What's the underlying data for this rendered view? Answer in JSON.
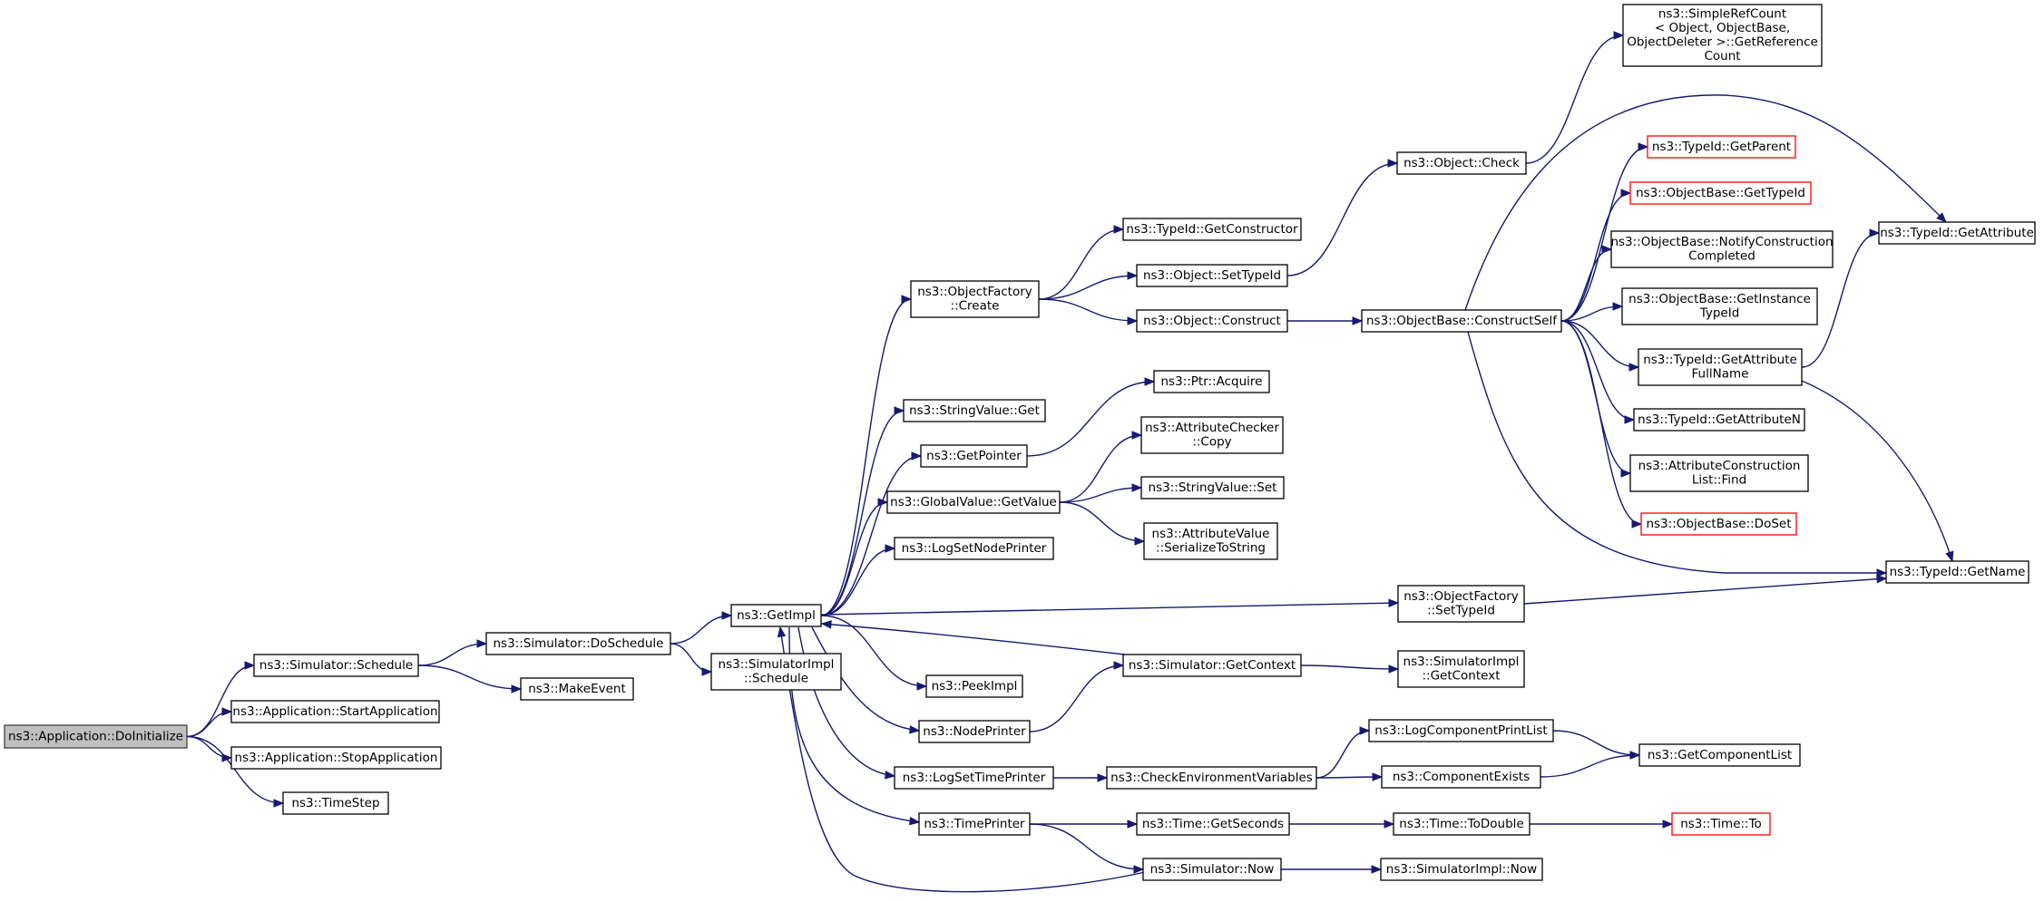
{
  "graph": {
    "colors": {
      "edge": "#191970",
      "root_fill": "#bfbfbf",
      "highlight_border": "#ff0000",
      "border": "#000000"
    },
    "nodes": [
      {
        "id": "doinit",
        "lines": [
          "ns3::Application::DoInitialize"
        ],
        "style": "root"
      },
      {
        "id": "schedule",
        "lines": [
          "ns3::Simulator::Schedule"
        ]
      },
      {
        "id": "startapp",
        "lines": [
          "ns3::Application::StartApplication"
        ]
      },
      {
        "id": "stopapp",
        "lines": [
          "ns3::Application::StopApplication"
        ]
      },
      {
        "id": "timestep",
        "lines": [
          "ns3::TimeStep"
        ]
      },
      {
        "id": "doschedule",
        "lines": [
          "ns3::Simulator::DoSchedule"
        ]
      },
      {
        "id": "makeevent",
        "lines": [
          "ns3::MakeEvent"
        ]
      },
      {
        "id": "getimpl",
        "lines": [
          "ns3::GetImpl"
        ]
      },
      {
        "id": "simimplsched",
        "lines": [
          "ns3::SimulatorImpl",
          "::Schedule"
        ]
      },
      {
        "id": "objfactcreate",
        "lines": [
          "ns3::ObjectFactory",
          "::Create"
        ]
      },
      {
        "id": "strvalget",
        "lines": [
          "ns3::StringValue::Get"
        ]
      },
      {
        "id": "getpointer",
        "lines": [
          "ns3::GetPointer"
        ]
      },
      {
        "id": "gvgetvalue",
        "lines": [
          "ns3::GlobalValue::GetValue"
        ]
      },
      {
        "id": "logsetnode",
        "lines": [
          "ns3::LogSetNodePrinter"
        ]
      },
      {
        "id": "peekimpl",
        "lines": [
          "ns3::PeekImpl"
        ]
      },
      {
        "id": "nodeprinter",
        "lines": [
          "ns3::NodePrinter"
        ]
      },
      {
        "id": "logsettime",
        "lines": [
          "ns3::LogSetTimePrinter"
        ]
      },
      {
        "id": "timeprinter",
        "lines": [
          "ns3::TimePrinter"
        ]
      },
      {
        "id": "getconstructor",
        "lines": [
          "ns3::TypeId::GetConstructor"
        ]
      },
      {
        "id": "objsettypeid",
        "lines": [
          "ns3::Object::SetTypeId"
        ]
      },
      {
        "id": "objconstruct",
        "lines": [
          "ns3::Object::Construct"
        ]
      },
      {
        "id": "ptracquire",
        "lines": [
          "ns3::Ptr::Acquire"
        ]
      },
      {
        "id": "attrcheckcopy",
        "lines": [
          "ns3::AttributeChecker",
          "::Copy"
        ]
      },
      {
        "id": "strvalset",
        "lines": [
          "ns3::StringValue::Set"
        ]
      },
      {
        "id": "attrvalser",
        "lines": [
          "ns3::AttributeValue",
          "::SerializeToString"
        ]
      },
      {
        "id": "objfactsettype",
        "lines": [
          "ns3::ObjectFactory",
          "::SetTypeId"
        ]
      },
      {
        "id": "simgetcontext",
        "lines": [
          "ns3::Simulator::GetContext"
        ]
      },
      {
        "id": "checkenv",
        "lines": [
          "ns3::CheckEnvironmentVariables"
        ]
      },
      {
        "id": "timegetsec",
        "lines": [
          "ns3::Time::GetSeconds"
        ]
      },
      {
        "id": "simnow",
        "lines": [
          "ns3::Simulator::Now"
        ]
      },
      {
        "id": "objcheck",
        "lines": [
          "ns3::Object::Check"
        ]
      },
      {
        "id": "obconstructself",
        "lines": [
          "ns3::ObjectBase::ConstructSelf"
        ]
      },
      {
        "id": "simimplgetctx",
        "lines": [
          "ns3::SimulatorImpl",
          "::GetContext"
        ]
      },
      {
        "id": "logcompprint",
        "lines": [
          "ns3::LogComponentPrintList"
        ]
      },
      {
        "id": "compexists",
        "lines": [
          "ns3::ComponentExists"
        ]
      },
      {
        "id": "timetodouble",
        "lines": [
          "ns3::Time::ToDouble"
        ]
      },
      {
        "id": "simimplnow",
        "lines": [
          "ns3::SimulatorImpl::Now"
        ]
      },
      {
        "id": "simplerefcount",
        "lines": [
          "ns3::SimpleRefCount",
          "< Object, ObjectBase,",
          "ObjectDeleter >::GetReference",
          "Count"
        ]
      },
      {
        "id": "getparent",
        "lines": [
          "ns3::TypeId::GetParent"
        ],
        "style": "red"
      },
      {
        "id": "obgettypeid",
        "lines": [
          "ns3::ObjectBase::GetTypeId"
        ],
        "style": "red"
      },
      {
        "id": "obnotify",
        "lines": [
          "ns3::ObjectBase::NotifyConstruction",
          "Completed"
        ]
      },
      {
        "id": "obgetinstance",
        "lines": [
          "ns3::ObjectBase::GetInstance",
          "TypeId"
        ]
      },
      {
        "id": "getattrfull",
        "lines": [
          "ns3::TypeId::GetAttribute",
          "FullName"
        ]
      },
      {
        "id": "getattrn",
        "lines": [
          "ns3::TypeId::GetAttributeN"
        ]
      },
      {
        "id": "attrconstfind",
        "lines": [
          "ns3::AttributeConstruction",
          "List::Find"
        ]
      },
      {
        "id": "obdoset",
        "lines": [
          "ns3::ObjectBase::DoSet"
        ],
        "style": "red"
      },
      {
        "id": "getcomplist",
        "lines": [
          "ns3::GetComponentList"
        ]
      },
      {
        "id": "timeto",
        "lines": [
          "ns3::Time::To"
        ],
        "style": "red"
      },
      {
        "id": "getattribute",
        "lines": [
          "ns3::TypeId::GetAttribute"
        ]
      },
      {
        "id": "getname",
        "lines": [
          "ns3::TypeId::GetName"
        ]
      }
    ],
    "edges": [
      [
        "doinit",
        "schedule"
      ],
      [
        "doinit",
        "startapp"
      ],
      [
        "doinit",
        "stopapp"
      ],
      [
        "doinit",
        "timestep"
      ],
      [
        "schedule",
        "doschedule"
      ],
      [
        "schedule",
        "makeevent"
      ],
      [
        "doschedule",
        "getimpl"
      ],
      [
        "doschedule",
        "simimplsched"
      ],
      [
        "getimpl",
        "objfactcreate"
      ],
      [
        "getimpl",
        "strvalget"
      ],
      [
        "getimpl",
        "getpointer"
      ],
      [
        "getimpl",
        "gvgetvalue"
      ],
      [
        "getimpl",
        "logsetnode"
      ],
      [
        "getimpl",
        "objfactsettype"
      ],
      [
        "getimpl",
        "peekimpl"
      ],
      [
        "getimpl",
        "nodeprinter"
      ],
      [
        "getimpl",
        "logsettime"
      ],
      [
        "getimpl",
        "timeprinter"
      ],
      [
        "objfactcreate",
        "getconstructor"
      ],
      [
        "objfactcreate",
        "objsettypeid"
      ],
      [
        "objfactcreate",
        "objconstruct"
      ],
      [
        "getpointer",
        "ptracquire"
      ],
      [
        "gvgetvalue",
        "attrcheckcopy"
      ],
      [
        "gvgetvalue",
        "strvalset"
      ],
      [
        "gvgetvalue",
        "attrvalser"
      ],
      [
        "objsettypeid",
        "objcheck"
      ],
      [
        "objconstruct",
        "obconstructself"
      ],
      [
        "objcheck",
        "simplerefcount"
      ],
      [
        "obconstructself",
        "getparent"
      ],
      [
        "obconstructself",
        "obgettypeid"
      ],
      [
        "obconstructself",
        "obnotify"
      ],
      [
        "obconstructself",
        "obgetinstance"
      ],
      [
        "obconstructself",
        "getattrfull"
      ],
      [
        "obconstructself",
        "getattrn"
      ],
      [
        "obconstructself",
        "attrconstfind"
      ],
      [
        "obconstructself",
        "obdoset"
      ],
      [
        "obconstructself",
        "getattribute"
      ],
      [
        "obconstructself",
        "getname"
      ],
      [
        "getattrfull",
        "getattribute"
      ],
      [
        "getattrfull",
        "getname"
      ],
      [
        "objfactsettype",
        "getname"
      ],
      [
        "simgetcontext",
        "getimpl"
      ],
      [
        "simgetcontext",
        "simimplgetctx"
      ],
      [
        "nodeprinter",
        "simgetcontext"
      ],
      [
        "logsettime",
        "checkenv"
      ],
      [
        "checkenv",
        "logcompprint"
      ],
      [
        "checkenv",
        "compexists"
      ],
      [
        "logcompprint",
        "getcomplist"
      ],
      [
        "compexists",
        "getcomplist"
      ],
      [
        "timeprinter",
        "timegetsec"
      ],
      [
        "timeprinter",
        "simnow"
      ],
      [
        "timegetsec",
        "timetodouble"
      ],
      [
        "timetodouble",
        "timeto"
      ],
      [
        "simnow",
        "getimpl"
      ],
      [
        "simnow",
        "simimplnow"
      ]
    ]
  }
}
